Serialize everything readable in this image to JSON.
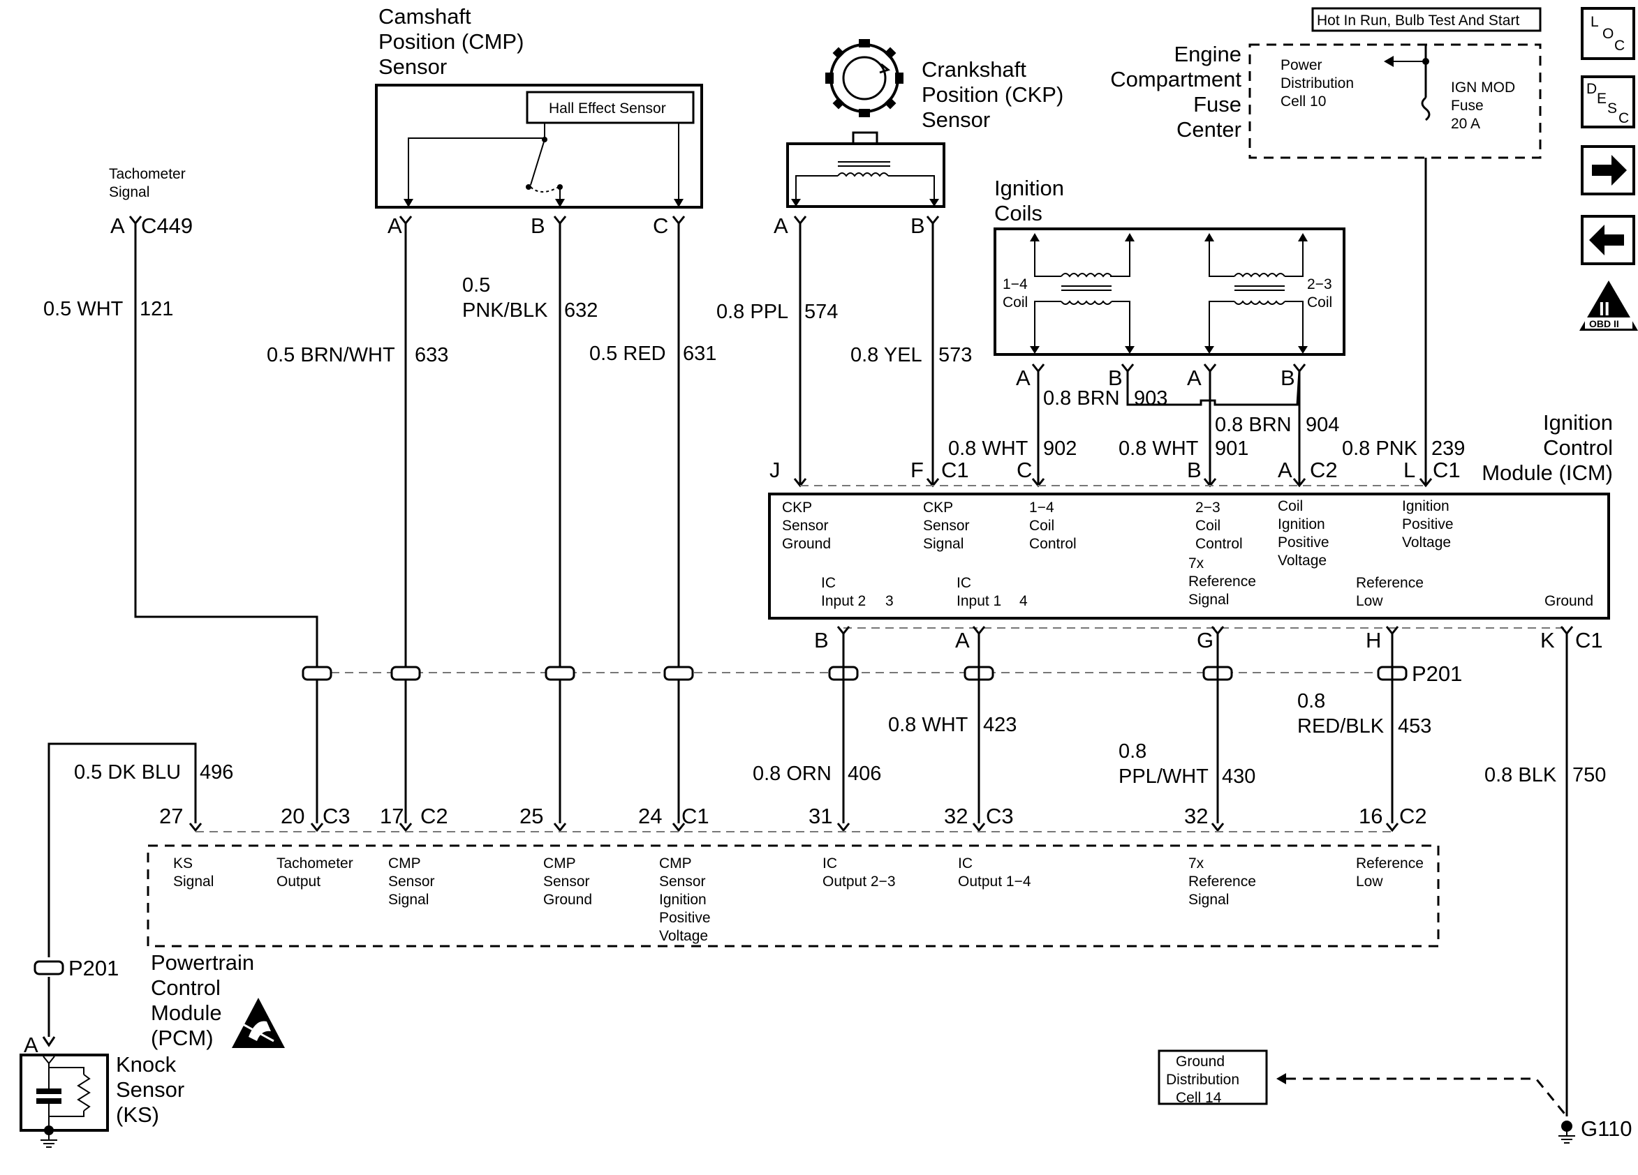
{
  "nav": {
    "loc": [
      "L",
      "O",
      "C"
    ],
    "desc": [
      "D",
      "E",
      "S",
      "C"
    ],
    "obd": "OBD II",
    "obd_roman": "II"
  },
  "cmp": {
    "title": [
      "Camshaft",
      "Position (CMP)",
      "Sensor"
    ],
    "hall": "Hall Effect Sensor",
    "pins": [
      "A",
      "B",
      "C"
    ]
  },
  "ckp": {
    "title": [
      "Crankshaft",
      "Position (CKP)",
      "Sensor"
    ],
    "pins": [
      "A",
      "B"
    ]
  },
  "fuse": {
    "hot_label": "Hot In Run, Bulb Test And Start",
    "center_title": [
      "Engine",
      "Compartment",
      "Fuse",
      "Center"
    ],
    "power_dist": [
      "Power",
      "Distribution",
      "Cell 10"
    ],
    "fuse_label": [
      "IGN MOD",
      "Fuse",
      "20 A"
    ]
  },
  "coils": {
    "title": [
      "Ignition",
      "Coils"
    ],
    "coil14": [
      "1−4",
      "Coil"
    ],
    "coil23": [
      "2−3",
      "Coil"
    ],
    "pins": [
      "A",
      "B",
      "A",
      "B"
    ]
  },
  "tach": {
    "title": [
      "Tachometer",
      "Signal"
    ],
    "pin": "A",
    "connector": "C449"
  },
  "wires": {
    "w121": {
      "size": "0.5 WHT",
      "circuit": "121"
    },
    "w633": {
      "size": "0.5 BRN/WHT",
      "circuit": "633"
    },
    "w632": {
      "size_top": "0.5",
      "size": "PNK/BLK",
      "circuit": "632"
    },
    "w631": {
      "size": "0.5 RED",
      "circuit": "631"
    },
    "w574": {
      "size": "0.8 PPL",
      "circuit": "574"
    },
    "w573": {
      "size": "0.8 YEL",
      "circuit": "573"
    },
    "w903": {
      "size": "0.8 BRN",
      "circuit": "903"
    },
    "w904": {
      "size": "0.8 BRN",
      "circuit": "904"
    },
    "w902": {
      "size": "0.8 WHT",
      "circuit": "902"
    },
    "w901": {
      "size": "0.8 WHT",
      "circuit": "901"
    },
    "w239": {
      "size": "0.8 PNK",
      "circuit": "239"
    },
    "w496": {
      "size": "0.5 DK BLU",
      "circuit": "496"
    },
    "w406": {
      "size": "0.8 ORN",
      "circuit": "406"
    },
    "w423": {
      "size": "0.8 WHT",
      "circuit": "423"
    },
    "w430": {
      "size_top": "0.8",
      "size": "PPL/WHT",
      "circuit": "430"
    },
    "w453": {
      "size_top": "0.8",
      "size": "RED/BLK",
      "circuit": "453"
    },
    "w750": {
      "size": "0.8 BLK",
      "circuit": "750"
    }
  },
  "icm": {
    "title": [
      "Ignition",
      "Control",
      "Module (ICM)"
    ],
    "top_pins": {
      "J": "J",
      "F": "F",
      "C1a": "C1",
      "C": "C",
      "B": "B",
      "A": "A",
      "C2": "C2",
      "L": "L",
      "C1b": "C1"
    },
    "labels": {
      "ckp_ground": [
        "CKP",
        "Sensor",
        "Ground"
      ],
      "ckp_signal": [
        "CKP",
        "Sensor",
        "Signal"
      ],
      "coil14": [
        "1−4",
        "Coil",
        "Control"
      ],
      "coil23": [
        "2−3",
        "Coil",
        "Control"
      ],
      "coil_ign": [
        "Coil",
        "Ignition",
        "Positive",
        "Voltage"
      ],
      "ign_pos": [
        "Ignition",
        "Positive",
        "Voltage"
      ],
      "ic_input2": [
        "IC",
        "Input 2",
        "3"
      ],
      "ic_input1": [
        "IC",
        "Input 1",
        "4"
      ],
      "ref_signal": [
        "7x",
        "Reference",
        "Signal"
      ],
      "ref_low": [
        "Reference",
        "Low"
      ],
      "ground": "Ground"
    },
    "bottom_pins": {
      "B": "B",
      "A": "A",
      "G": "G",
      "H": "H",
      "K": "K",
      "C1": "C1"
    }
  },
  "splice": {
    "p201": "P201"
  },
  "pcm": {
    "title": [
      "Powertrain",
      "Control",
      "Module",
      "(PCM)"
    ],
    "pins": {
      "p27": "27",
      "p20": "20",
      "c3a": "C3",
      "p17": "17",
      "c2a": "C2",
      "p25": "25",
      "p24": "24",
      "c1": "C1",
      "p31": "31",
      "p32a": "32",
      "c3b": "C3",
      "p32b": "32",
      "p16": "16",
      "c2b": "C2"
    },
    "labels": {
      "ks": [
        "KS",
        "Signal"
      ],
      "tach_out": [
        "Tachometer",
        "Output"
      ],
      "cmp_signal": [
        "CMP",
        "Sensor",
        "Signal"
      ],
      "cmp_ground": [
        "CMP",
        "Sensor",
        "Ground"
      ],
      "cmp_ign": [
        "CMP",
        "Sensor",
        "Ignition",
        "Positive",
        "Voltage"
      ],
      "ic_out23": [
        "IC",
        "Output 2−3"
      ],
      "ic_out14": [
        "IC",
        "Output 1−4"
      ],
      "ref_signal": [
        "7x",
        "Reference",
        "Signal"
      ],
      "ref_low": [
        "Reference",
        "Low"
      ]
    }
  },
  "knock": {
    "title": [
      "Knock",
      "Sensor",
      "(KS)"
    ],
    "splice": "P201",
    "pin": "A"
  },
  "ground": {
    "dist": [
      "Ground",
      "Distribution",
      "Cell 14"
    ],
    "g110": "G110"
  }
}
